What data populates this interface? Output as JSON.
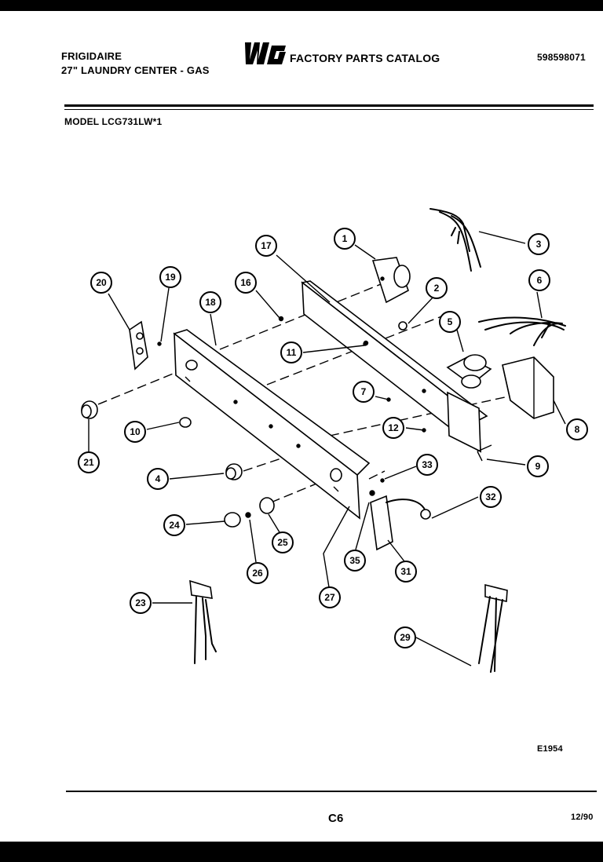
{
  "header": {
    "brand": "FRIGIDAIRE",
    "product": "27\" LAUNDRY CENTER - GAS",
    "catalog_title": "FACTORY PARTS CATALOG",
    "part_number": "598598071",
    "model": "MODEL LCG731LW*1",
    "logo": "wci-logo"
  },
  "footer": {
    "drawing_number": "E1954",
    "page": "C6",
    "date": "12/90"
  },
  "callouts": [
    "1",
    "2",
    "3",
    "4",
    "5",
    "6",
    "7",
    "8",
    "9",
    "10",
    "11",
    "12",
    "16",
    "17",
    "18",
    "19",
    "20",
    "21",
    "23",
    "24",
    "25",
    "26",
    "27",
    "29",
    "31",
    "32",
    "33",
    "35"
  ]
}
